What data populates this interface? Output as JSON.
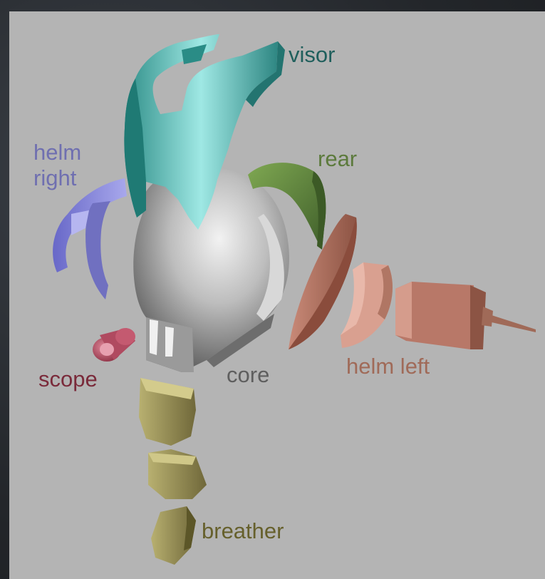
{
  "labels": {
    "visor": "visor",
    "helm_right_line1": "helm",
    "helm_right_line2": "right",
    "rear": "rear",
    "scope": "scope",
    "core": "core",
    "helm_left": "helm left",
    "breather": "breather"
  },
  "colors": {
    "visor": "#1f5f5c",
    "helm_right": "#6f6fb0",
    "rear": "#5c7a3c",
    "scope": "#7a2a3a",
    "core": "#5e5e5e",
    "helm_left": "#a06a58",
    "breather": "#66602c",
    "background": "#b4b4b4"
  }
}
